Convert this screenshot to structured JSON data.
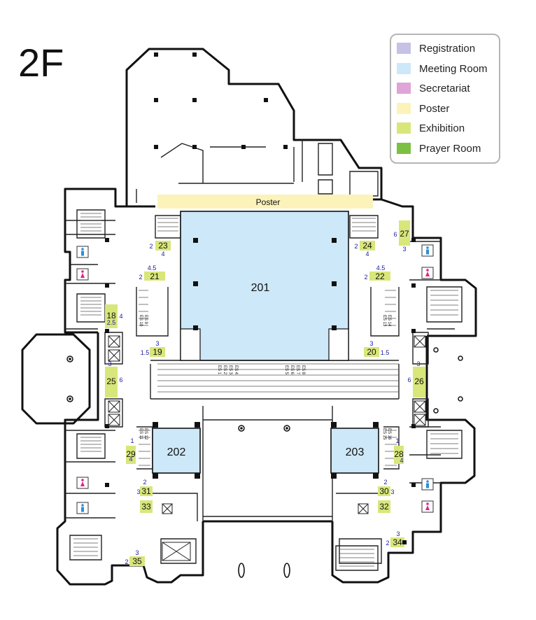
{
  "floor": "2F",
  "legend": [
    {
      "label": "Registration",
      "color": "#c5c2e6"
    },
    {
      "label": "Meeting Room",
      "color": "#cde8f8"
    },
    {
      "label": "Secretariat",
      "color": "#dfa5d6"
    },
    {
      "label": "Poster",
      "color": "#fbf3ba"
    },
    {
      "label": "Exhibition",
      "color": "#d9e67a"
    },
    {
      "label": "Prayer Room",
      "color": "#7cc043"
    }
  ],
  "colors": {
    "meeting": "#cde8f8",
    "poster": "#fbf3ba",
    "exhibition": "#d9e67a",
    "wall": "#111111"
  },
  "rooms": {
    "r201": "201",
    "r202": "202",
    "r203": "203",
    "poster": "Poster"
  },
  "booths": {
    "b23": "23",
    "b24": "24",
    "b27": "27",
    "b21": "21",
    "b22": "22",
    "b18": "18",
    "b19": "19",
    "b20": "20",
    "b25": "25",
    "b26": "26",
    "b29": "29",
    "b28": "28",
    "b31": "31",
    "b30": "30",
    "b33": "33",
    "b32": "32",
    "b34": "34",
    "b35": "35"
  },
  "dims": {
    "d23a": "2",
    "d23b": "4",
    "d24a": "2",
    "d24b": "4",
    "d27a": "6",
    "d27b": "3",
    "d21a": "4.5",
    "d21b": "2",
    "d22a": "4.5",
    "d22b": "2",
    "d18a": "4",
    "d18b": "2.5",
    "d19a": "3",
    "d19b": "1.5",
    "d20a": "3",
    "d20b": "1.5",
    "d25a": "3",
    "d25b": "6",
    "d26a": "3",
    "d26b": "6",
    "d29a": "1",
    "d29b": "4",
    "d28a": "1",
    "d28b": "4",
    "d31a": "2",
    "d31b": "3",
    "d30a": "2",
    "d30b": "3",
    "d34a": "3",
    "d34b": "2",
    "d35a": "3",
    "d35b": "2"
  },
  "escalators": {
    "es10": "ES 10",
    "es9": "ES 9",
    "es13": "ES 13",
    "es14": "ES 14",
    "es11": "ES 11",
    "es12": "ES 12",
    "es15": "ES 15",
    "es16": "ES 16",
    "esL": [
      "ES 1",
      "ES 2",
      "ES 3",
      "ES 4"
    ],
    "esR": [
      "ES 5",
      "ES 6",
      "ES 7",
      "ES 8"
    ]
  }
}
